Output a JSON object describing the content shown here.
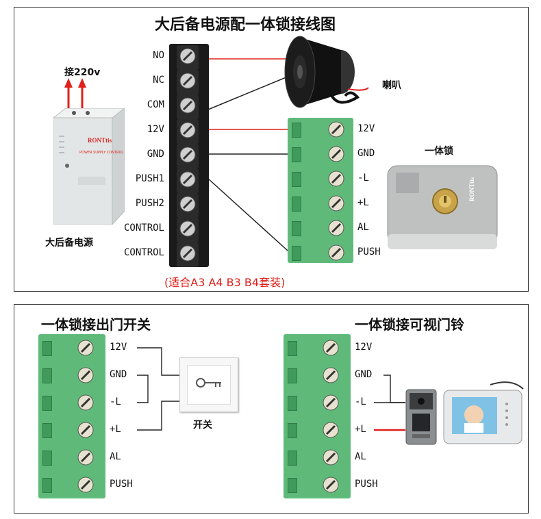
{
  "top": {
    "title": "大后备电源配一体锁接线图",
    "power_label_in": "接220v",
    "power_caption": "大后备电源",
    "power_brand": "RONTtis",
    "power_text": "POWER SUPPLY CONTROL",
    "power_terminals": [
      "NO",
      "NC",
      "COM",
      "12V",
      "GND",
      "PUSH1",
      "PUSH2",
      "CONTROL",
      "CONTROL"
    ],
    "speaker_caption": "喇叭",
    "lock_caption": "一体锁",
    "lock_brand": "RONTtis",
    "lock_terminals": [
      "12V",
      "GND",
      "-L",
      "+L",
      "AL",
      "PUSH"
    ],
    "kit_note": "(适合A3 A4 B3 B4套装)"
  },
  "bottom_left": {
    "title": "一体锁接出门开关",
    "terminals": [
      "12V",
      "GND",
      "-L",
      "+L",
      "AL",
      "PUSH"
    ],
    "switch_caption": "开关"
  },
  "bottom_right": {
    "title": "一体锁接可视门铃",
    "terminals": [
      "12V",
      "GND",
      "-L",
      "+L",
      "AL",
      "PUSH"
    ]
  },
  "colors": {
    "wire_red": "#e0201a",
    "wire_black": "#222222",
    "terminal_green": "#5fba7a",
    "terminal_dark_green": "#3f9a5c",
    "power_box": "#e6e8e8"
  },
  "icons": [
    "speaker-icon",
    "lock-icon",
    "key-icon",
    "doorbell-camera-icon",
    "video-monitor-icon"
  ]
}
